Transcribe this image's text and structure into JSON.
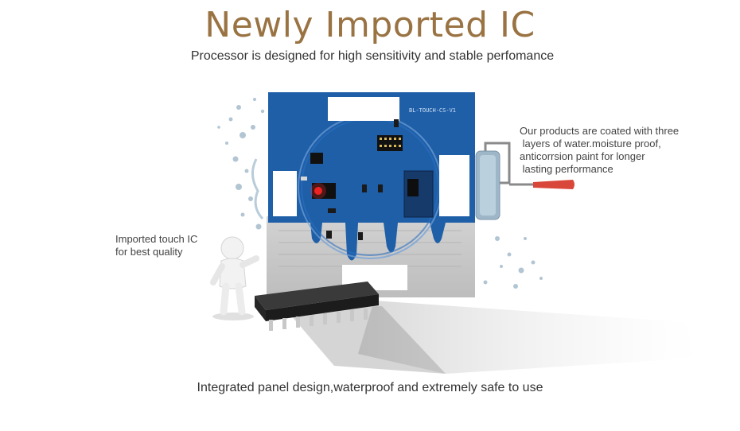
{
  "header": {
    "title": "Newly Imported IC",
    "subtitle": "Processor  is designed for high sensitivity and stable perfomance"
  },
  "annotations": {
    "coating": "Our products are coated with three\n layers of water.moisture proof,\nanticorrsion paint for longer\n lasting performance",
    "touch_ic": "Imported touch IC\nfor best quality"
  },
  "board": {
    "label": "BL-TOUCH-CS-V1"
  },
  "footer": {
    "text": "Integrated panel design,waterproof and extremely safe to use"
  },
  "colors": {
    "title": "#9a7343",
    "pcb_blue": "#1f5fa8",
    "pcb_silver": "#c9c9c9",
    "roller_handle": "#d9473a"
  },
  "icons": [
    "water-splash-icon",
    "paint-roller-icon",
    "figure-icon",
    "ic-chip-icon"
  ]
}
